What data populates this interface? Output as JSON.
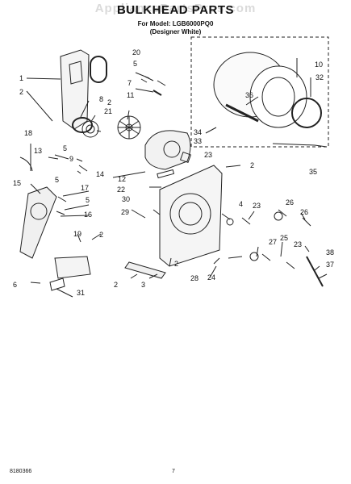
{
  "header": {
    "watermark": "AppliancePartsPros.com",
    "title": "BULKHEAD PARTS",
    "model_line": "For Model: LGB6000PQ0",
    "variant_line": "(Designer White)"
  },
  "footer": {
    "doc_number": "8180366",
    "page_number": "7"
  },
  "callouts": [
    "1",
    "2",
    "2",
    "2",
    "2",
    "2",
    "2",
    "3",
    "4",
    "5",
    "5",
    "5",
    "5",
    "6",
    "7",
    "8",
    "9",
    "10",
    "11",
    "12",
    "13",
    "14",
    "15",
    "16",
    "17",
    "18",
    "19",
    "20",
    "21",
    "22",
    "23",
    "23",
    "23",
    "24",
    "25",
    "26",
    "26",
    "27",
    "28",
    "29",
    "30",
    "31",
    "32",
    "33",
    "34",
    "35",
    "36",
    "37",
    "38"
  ],
  "colors": {
    "line": "#222222",
    "dashed_box": "#333333"
  }
}
